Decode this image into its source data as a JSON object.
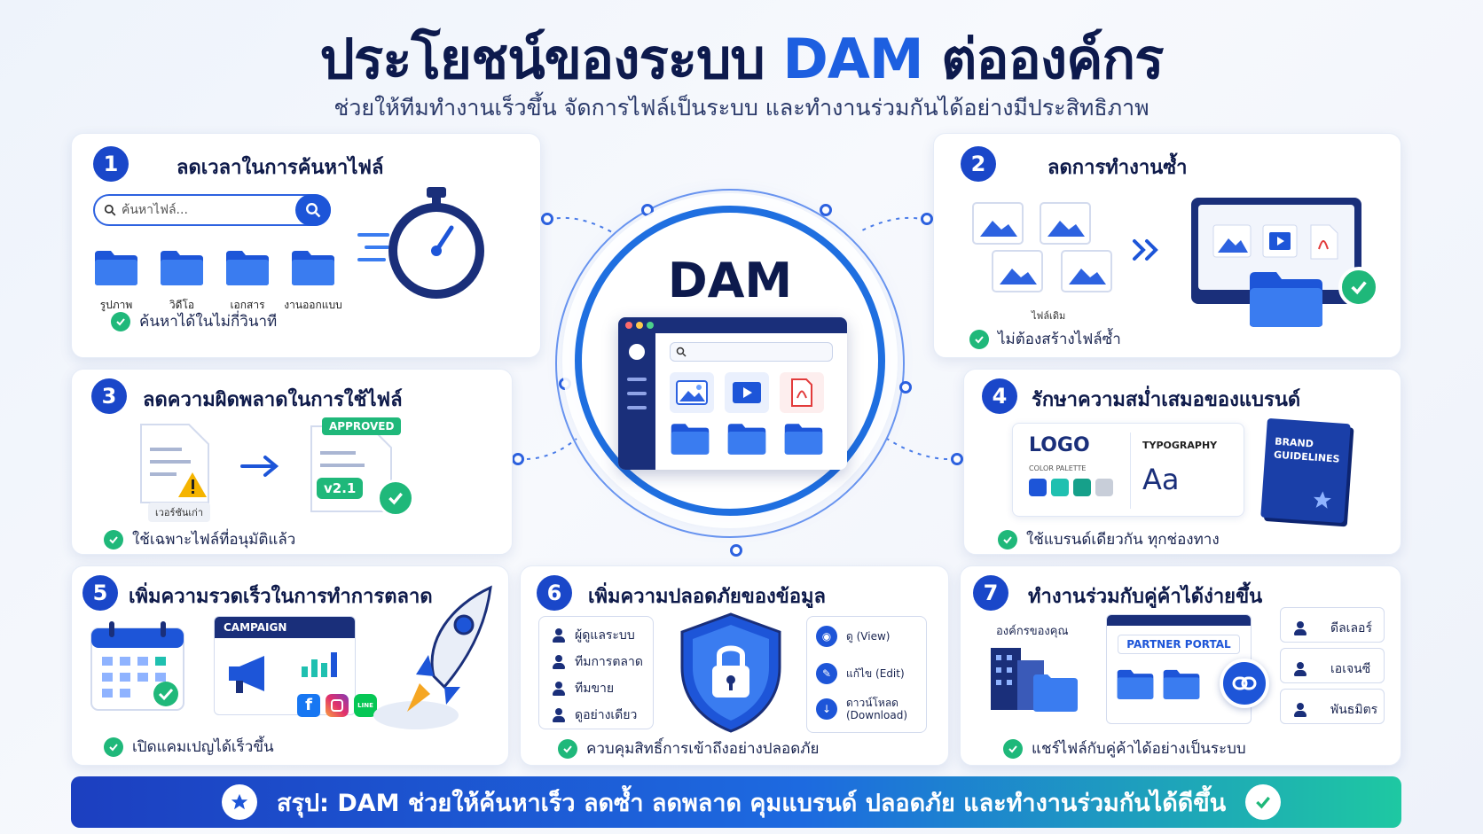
{
  "title": {
    "part1": "ประโยชน์ของระบบ",
    "accent": "DAM",
    "part2": "ต่อองค์กร"
  },
  "subtitle": "ช่วยให้ทีมทำงานเร็วขึ้น จัดการไฟล์เป็นระบบ และทำงานร่วมกันได้อย่างมีประสิทธิภาพ",
  "center": {
    "label": "DAM"
  },
  "cards": {
    "c1": {
      "num": "1",
      "title": "ลดเวลาในการค้นหาไฟล์",
      "search_placeholder": "ค้นหาไฟล์...",
      "folders": [
        "รูปภาพ",
        "วิดีโอ",
        "เอกสาร",
        "งานออกแบบ"
      ],
      "benefit": "ค้นหาได้ในไม่กี่วินาที"
    },
    "c2": {
      "num": "2",
      "title": "ลดการทำงานซ้ำ",
      "files_label": "ไฟล์เดิม",
      "benefit": "ไม่ต้องสร้างไฟล์ซ้ำ"
    },
    "c3": {
      "num": "3",
      "title": "ลดความผิดพลาดในการใช้ไฟล์",
      "old_label": "เวอร์ชันเก่า",
      "approved": "APPROVED",
      "version": "v2.1",
      "benefit": "ใช้เฉพาะไฟล์ที่อนุมัติแล้ว"
    },
    "c4": {
      "num": "4",
      "title": "รักษาความสม่ำเสมอของแบรนด์",
      "logo": "LOGO",
      "palette": "COLOR PALETTE",
      "typography": "TYPOGRAPHY",
      "aa": "Aa",
      "book": "BRAND GUIDELINES",
      "benefit": "ใช้แบรนด์เดียวกัน ทุกช่องทาง"
    },
    "c5": {
      "num": "5",
      "title": "เพิ่มความรวดเร็วในการทำการตลาด",
      "campaign": "CAMPAIGN",
      "benefit": "เปิดแคมเปญได้เร็วขึ้น"
    },
    "c6": {
      "num": "6",
      "title": "เพิ่มความปลอดภัยของข้อมูล",
      "roles": [
        "ผู้ดูแลระบบ",
        "ทีมการตลาด",
        "ทีมขาย",
        "ดูอย่างเดียว"
      ],
      "perms": [
        "ดู (View)",
        "แก้ไข (Edit)",
        "ดาวน์โหลด (Download)"
      ],
      "benefit": "ควบคุมสิทธิ์การเข้าถึงอย่างปลอดภัย"
    },
    "c7": {
      "num": "7",
      "title": "ทำงานร่วมกับคู่ค้าได้ง่ายขึ้น",
      "org": "องค์กรของคุณ",
      "portal": "PARTNER PORTAL",
      "partners": [
        "ดีลเลอร์",
        "เอเจนซี",
        "พันธมิตร"
      ],
      "benefit": "แชร์ไฟล์กับคู่ค้าได้อย่างเป็นระบบ"
    }
  },
  "summary": "สรุป: DAM ช่วยให้ค้นหาเร็ว ลดซ้ำ ลดพลาด คุมแบรนด์ ปลอดภัย และทำงานร่วมกันได้ดีขึ้น",
  "colors": {
    "primary": "#1a47c9",
    "accent": "#1d5fe0",
    "success": "#1fb87a",
    "navy": "#0d1a4d"
  }
}
